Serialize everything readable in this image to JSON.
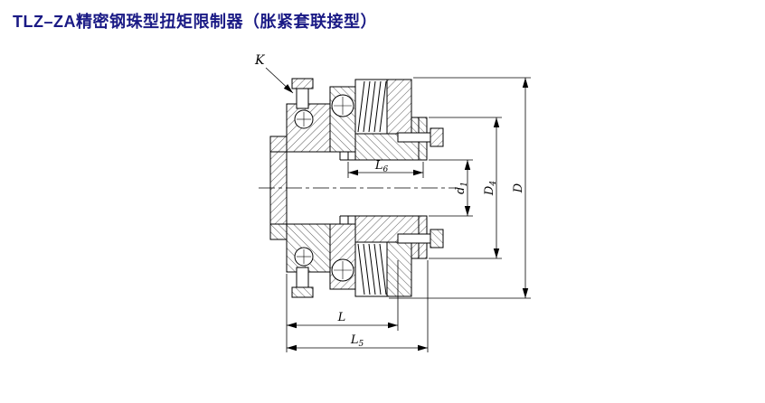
{
  "page": {
    "title": "TLZ–ZA精密钢珠型扭矩限制器（胀紧套联接型）"
  },
  "colors": {
    "title": "#1a1a85",
    "drawing_lines": "#000000",
    "background": "#ffffff"
  },
  "drawing": {
    "k_label": "K",
    "dims": {
      "l6": {
        "base": "L",
        "sub": "6"
      },
      "d1": {
        "base": "d",
        "sub": "1"
      },
      "d4": {
        "base": "D",
        "sub": "4"
      },
      "d": {
        "base": "D"
      },
      "l": {
        "base": "L"
      },
      "l5": {
        "base": "L",
        "sub": "5"
      }
    }
  }
}
